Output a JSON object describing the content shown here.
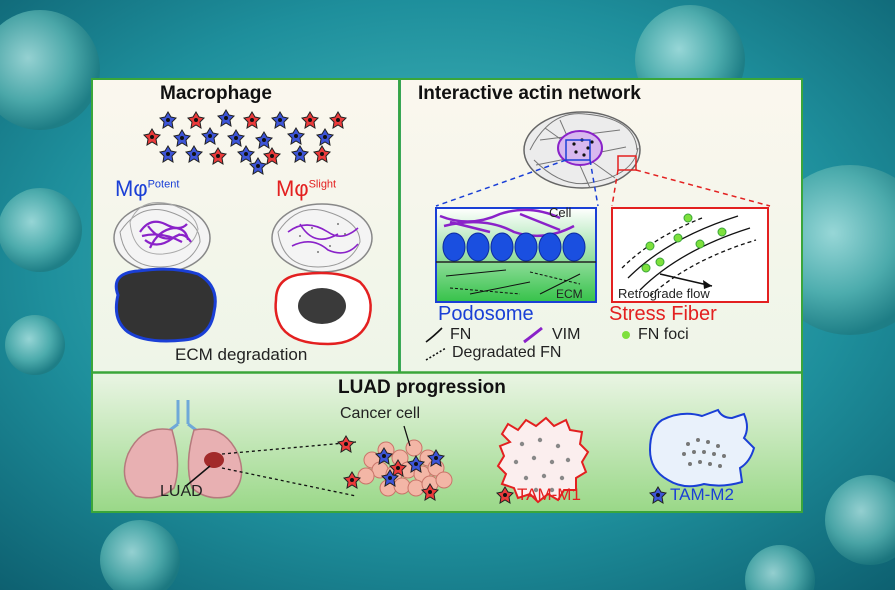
{
  "panels": {
    "macrophage": {
      "title": "Macrophage",
      "potent_label": "Mφ",
      "potent_sup": "Potent",
      "slight_label": "Mφ",
      "slight_sup": "Slight",
      "ecm_label": "ECM degradation"
    },
    "actin": {
      "title": "Interactive actin network",
      "cell_label": "Cell",
      "ecm_label": "ECM",
      "retro_label": "Retrograde flow",
      "podosome_label": "Podosome",
      "stress_label": "Stress Fiber",
      "legend": {
        "fn": "FN",
        "vim": "VIM",
        "foci": "FN foci",
        "degraded": "Degradated FN"
      }
    },
    "luad": {
      "title": "LUAD progression",
      "cancer_label": "Cancer cell",
      "luad_label": "LUAD",
      "m1_label": "TAM-M1",
      "m2_label": "TAM-M2"
    }
  },
  "colors": {
    "blue": "#1a3fd6",
    "red": "#e32020",
    "purple": "#8a22c9",
    "green_border": "#3aa63a",
    "foci": "#7ee03c"
  }
}
